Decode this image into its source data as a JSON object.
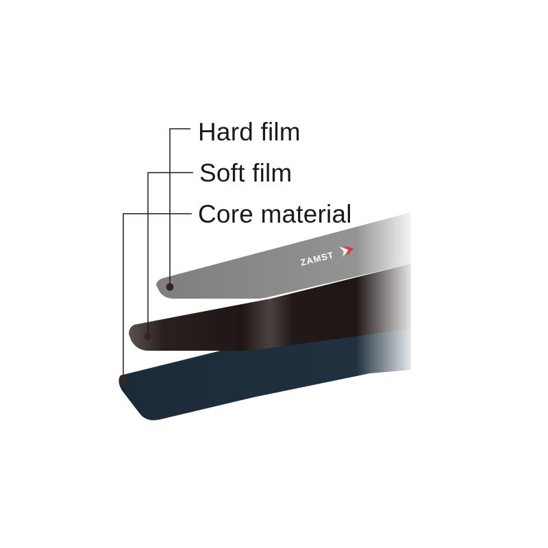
{
  "labels": {
    "hard_film": "Hard film",
    "soft_film": "Soft film",
    "core_material": "Core material"
  },
  "brand": {
    "logo_text": "ZAMST",
    "accent": "#e8343f"
  },
  "colors": {
    "hard_film": "#8a8a8a",
    "soft_film": "#2a1e1e",
    "core_material": "#1f2d3a",
    "leader_line": "#1a1a1a",
    "marker": "#3a2222"
  }
}
